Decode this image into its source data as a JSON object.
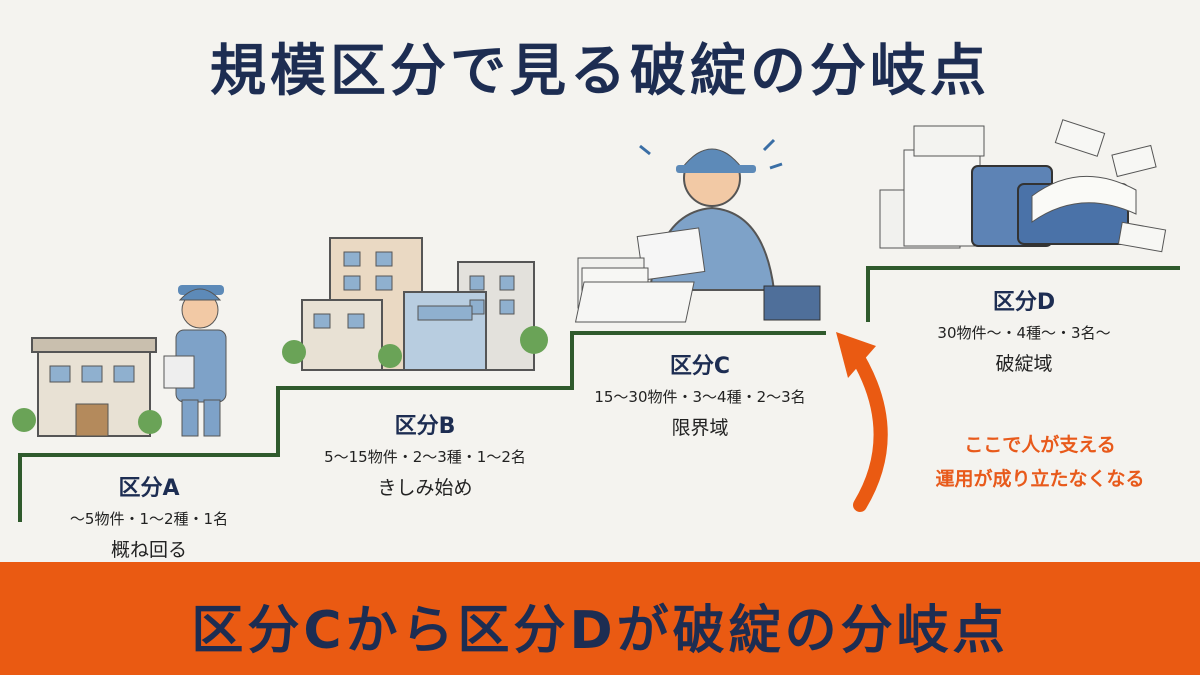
{
  "title": "規模区分で見る破綻の分岐点",
  "stages": [
    {
      "name": "区分A",
      "detail": "〜5物件・1〜2種・1名",
      "status": "概ね回る"
    },
    {
      "name": "区分B",
      "detail": "5〜15物件・2〜3種・1〜2名",
      "status": "きしみ始め"
    },
    {
      "name": "区分C",
      "detail": "15〜30物件・3〜4種・2〜3名",
      "status": "限界域"
    },
    {
      "name": "区分D",
      "detail": "30物件〜・4種〜・3名〜",
      "status": "破綻域"
    }
  ],
  "callout": {
    "line1": "ここで人が支える",
    "line2": "運用が成り立たなくなる"
  },
  "banner": "区分Cから区分Dが破綻の分岐点",
  "colors": {
    "navy": "#1d2d52",
    "orange": "#ea5a12",
    "step_line": "#2f5a2c",
    "background": "#f4f3ef"
  }
}
